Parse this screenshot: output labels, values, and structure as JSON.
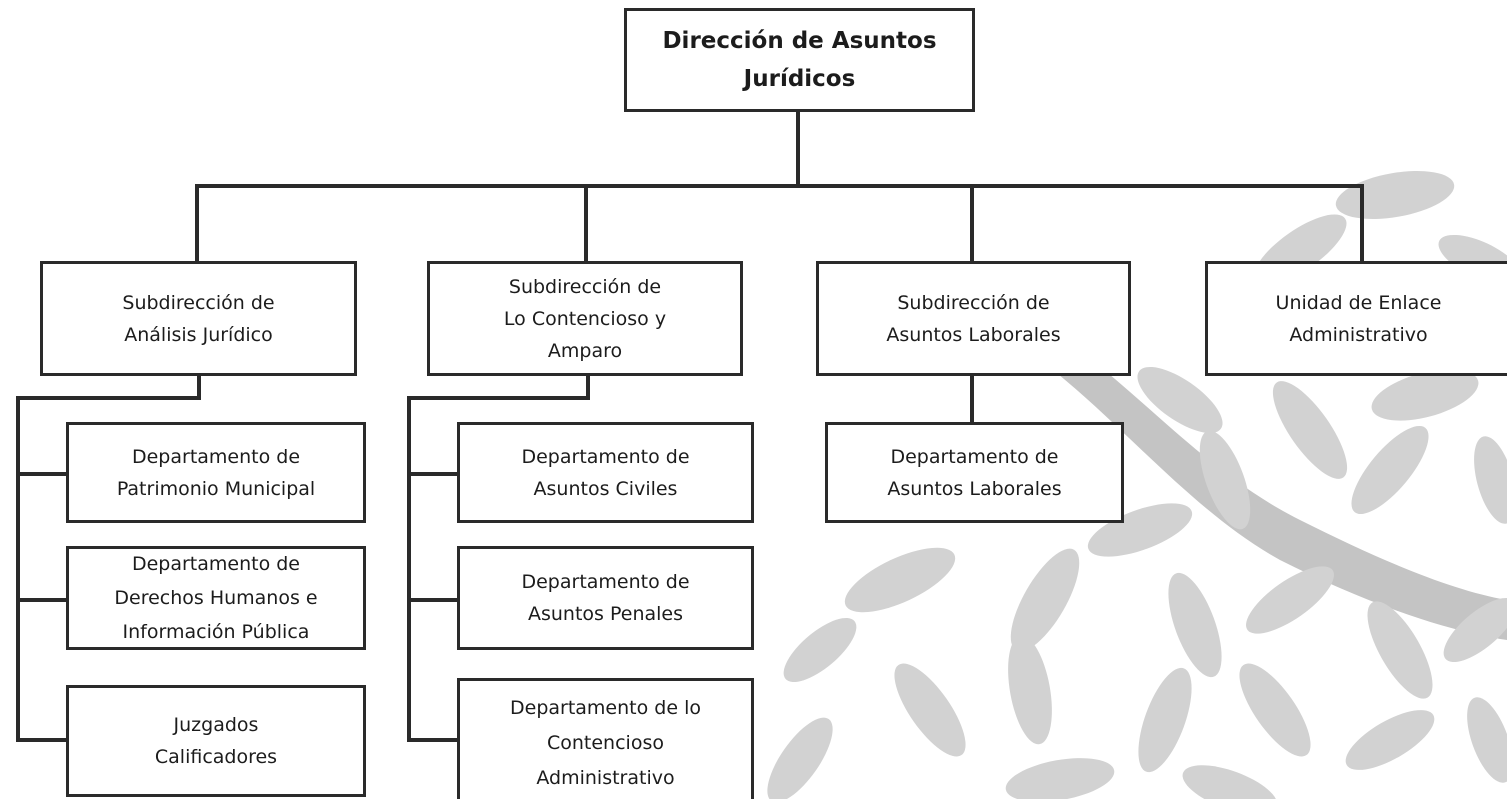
{
  "chart_data": {
    "type": "org-chart",
    "root": {
      "label": "Dirección de Asuntos\nJurídicos",
      "children": [
        {
          "label": "Subdirección de\nAnálisis Jurídico",
          "children": [
            {
              "label": "Departamento de\nPatrimonio Municipal"
            },
            {
              "label": "Departamento de\nDerechos Humanos e\nInformación Pública"
            },
            {
              "label": "Juzgados\nCalificadores"
            }
          ]
        },
        {
          "label": "Subdirección de\nLo Contencioso y\nAmparo",
          "children": [
            {
              "label": "Departamento de\nAsuntos Civiles"
            },
            {
              "label": "Departamento de\nAsuntos Penales"
            },
            {
              "label": "Departamento de lo\nContencioso\nAdministrativo"
            }
          ]
        },
        {
          "label": "Subdirección de\nAsuntos Laborales",
          "children": [
            {
              "label": "Departamento de\nAsuntos Laborales"
            }
          ]
        },
        {
          "label": "Unidad de Enlace\nAdministrativo",
          "children": []
        }
      ]
    }
  },
  "colors": {
    "box_border": "#2a2a2a",
    "connector": "#2a2a2a",
    "text": "#1c1c1c",
    "background": "#ffffff",
    "decor_leaf": "#cfcfcf",
    "decor_branch": "#bdbdbd"
  }
}
